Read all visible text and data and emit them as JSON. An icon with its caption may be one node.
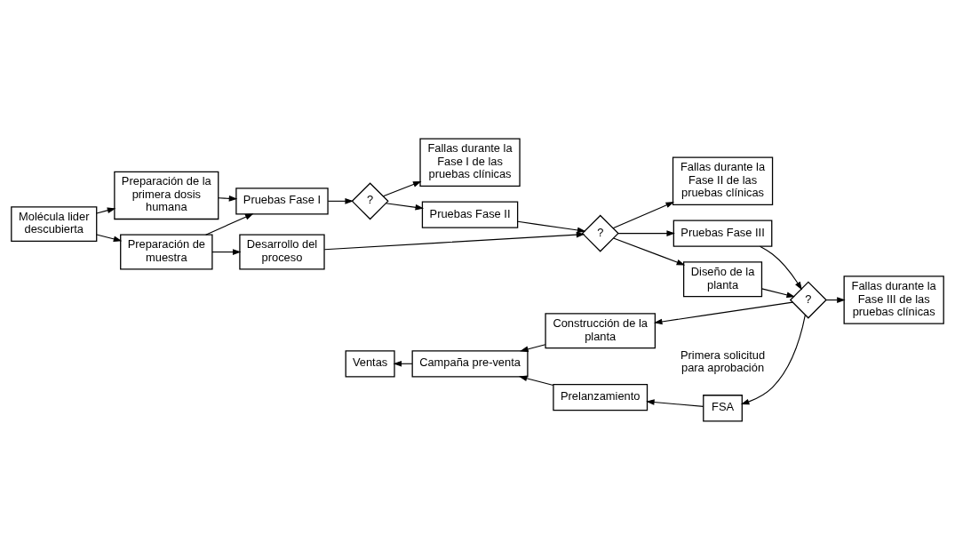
{
  "diagram": {
    "nodes": [
      {
        "text": [
          "Molécula lider descubierta"
        ]
      },
      {
        "text": [
          "Preparación de la primera dosis humana"
        ]
      },
      {
        "text": [
          "Preparación de muestra"
        ]
      },
      {
        "text": [
          "Pruebas Fase I"
        ]
      },
      {
        "text": [
          "Desarrollo del proceso"
        ]
      },
      {
        "text": [
          "?"
        ]
      },
      {
        "text": [
          "Fallas durante la Fase I de las pruebas clínicas"
        ]
      },
      {
        "text": [
          "Pruebas Fase II"
        ]
      },
      {
        "text": [
          "?"
        ]
      },
      {
        "text": [
          "Fallas durante la Fase II de las pruebas clínicas"
        ]
      },
      {
        "text": [
          "Pruebas Fase III"
        ]
      },
      {
        "text": [
          "Diseño de la planta"
        ]
      },
      {
        "text": [
          "?"
        ]
      },
      {
        "text": [
          "Fallas durante la Fase III de las pruebas clínicas"
        ]
      },
      {
        "text": [
          "FSA"
        ],
        "beside": [
          "Primera solicitud para aprobación"
        ]
      },
      {
        "text": [
          "Prelanzamiento"
        ]
      },
      {
        "text": [
          "Construcción de la planta"
        ]
      },
      {
        "text": [
          "Campaña pre-venta"
        ]
      },
      {
        "text": [
          "Ventas"
        ]
      }
    ],
    "edges": [
      {
        "from": 0,
        "to": 1,
        "arrow": "to"
      },
      {
        "from": 0,
        "to": 2,
        "arrow": "to"
      },
      {
        "from": 1,
        "to": 3,
        "arrow": "to"
      },
      {
        "from": 2,
        "to": 3,
        "arrow": "to"
      },
      {
        "from": 2,
        "to": 4,
        "arrow": "to"
      },
      {
        "from": 3,
        "to": 5,
        "arrow": "to"
      },
      {
        "from": 5,
        "to": 6,
        "arrow": "to"
      },
      {
        "from": 5,
        "to": 7,
        "arrow": "to"
      },
      {
        "from": 7,
        "to": 8,
        "arrow": "to"
      },
      {
        "from": 4,
        "to": 8,
        "arrow": "to"
      },
      {
        "from": 8,
        "to": 9,
        "arrow": "to"
      },
      {
        "from": 8,
        "to": 10,
        "arrow": "to"
      },
      {
        "from": 8,
        "to": 11,
        "arrow": "to"
      },
      {
        "from": 10,
        "to": 12,
        "arrow": "to"
      },
      {
        "from": 11,
        "to": 12,
        "arrow": "to"
      },
      {
        "from": 12,
        "to": 13,
        "arrow": "to"
      },
      {
        "from": 12,
        "to": 14,
        "arrow": "to"
      },
      {
        "from": 12,
        "to": 16,
        "arrow": "to"
      },
      {
        "from": 14,
        "to": 15,
        "arrow": "to"
      },
      {
        "from": 15,
        "to": 17,
        "arrow": "to"
      },
      {
        "from": 16,
        "to": 17,
        "arrow": "to"
      },
      {
        "from": 17,
        "to": 18,
        "arrow": "to"
      }
    ]
  }
}
